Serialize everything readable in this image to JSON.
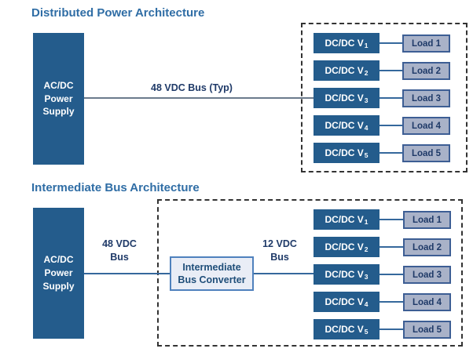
{
  "colors": {
    "title": "#2f6da5",
    "box": "#245c8c",
    "box_text": "#ffffff",
    "load": "#a9b2c8",
    "load_border": "#3d5e94",
    "ibc_fill": "#e9edf6",
    "ibc_border": "#4f81bd",
    "line": "#35689c",
    "bus_top": "#6b7b8c",
    "navy": "#1f3a68",
    "dash": "#333333"
  },
  "distributed": {
    "title": "Distributed Power Architecture",
    "supply_label": "AC/DC\nPower\nSupply",
    "bus_label": "48 VDC Bus (Typ)",
    "rows": [
      {
        "converter": "DC/DC V",
        "sub": "1",
        "load": "Load 1"
      },
      {
        "converter": "DC/DC V",
        "sub": "2",
        "load": "Load 2"
      },
      {
        "converter": "DC/DC V",
        "sub": "3",
        "load": "Load 3"
      },
      {
        "converter": "DC/DC V",
        "sub": "4",
        "load": "Load 4"
      },
      {
        "converter": "DC/DC V",
        "sub": "5",
        "load": "Load 5"
      }
    ]
  },
  "intermediate": {
    "title": "Intermediate Bus Architecture",
    "supply_label": "AC/DC\nPower\nSupply",
    "bus48_label": "48 VDC\nBus",
    "converter_label": "Intermediate\nBus Converter",
    "bus12_label": "12 VDC\nBus",
    "rows": [
      {
        "converter": "DC/DC V",
        "sub": "1",
        "load": "Load 1"
      },
      {
        "converter": "DC/DC V",
        "sub": "2",
        "load": "Load 2"
      },
      {
        "converter": "DC/DC V",
        "sub": "3",
        "load": "Load 3"
      },
      {
        "converter": "DC/DC V",
        "sub": "4",
        "load": "Load 4"
      },
      {
        "converter": "DC/DC V",
        "sub": "5",
        "load": "Load 5"
      }
    ]
  }
}
